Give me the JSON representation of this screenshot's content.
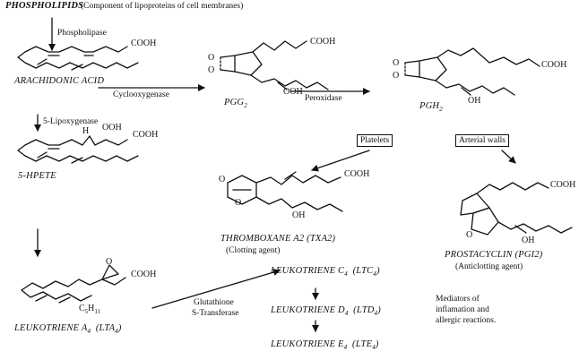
{
  "header": {
    "title": "PHOSPHOLIPIDS",
    "subtitle": "(Component of lipoproteins of cell membranes)"
  },
  "enzymes": {
    "phospholipase": "Phospholipase",
    "cyclooxygenase": "Cyclooxygenase",
    "peroxidase": "Peroxidase",
    "lipoxygenase": "5-Lipoxygenase",
    "glutathione_line1": "Glutathione",
    "glutathione_line2": "S-Transferase"
  },
  "compounds": {
    "arachidonic": "ARACHIDONIC ACID",
    "pgg2": "PGG",
    "pgg2_sub": "2",
    "pgh2": "PGH",
    "pgh2_sub": "2",
    "hpete": "5-HPETE",
    "txa2": "THROMBOXANE A2 (TXA2)",
    "txa2_role": "(Clotting agent)",
    "pgi2": "PROSTACYCLIN (PGI2)",
    "pgi2_role": "(Anticlotting agent)",
    "lta4": "LEUKOTRIENE A",
    "lta4_sub": "4",
    "lta4_abbr": "(LTA",
    "ltc4": "LEUKOTRIENE C",
    "ltc4_abbr": "(LTC",
    "ltd4": "LEUKOTRIENE D",
    "ltd4_abbr": "(LTD",
    "lte4": "LEUKOTRIENE E",
    "lte4_abbr": "(LTE",
    "sub4": "4",
    "close": ")"
  },
  "branches": {
    "platelets": "Platelets",
    "arterial": "Arterial walls"
  },
  "groups": {
    "cooh": "COOH",
    "ooh": "OOH",
    "oh": "OH",
    "h": "H",
    "o": "O",
    "c5h11": "C",
    "c5h11_a": "5",
    "c5h11_h": "H",
    "c5h11_b": "11"
  },
  "mediators": {
    "line1": "Mediators of",
    "line2": "inflamation and",
    "line3": "allergic reactions."
  }
}
